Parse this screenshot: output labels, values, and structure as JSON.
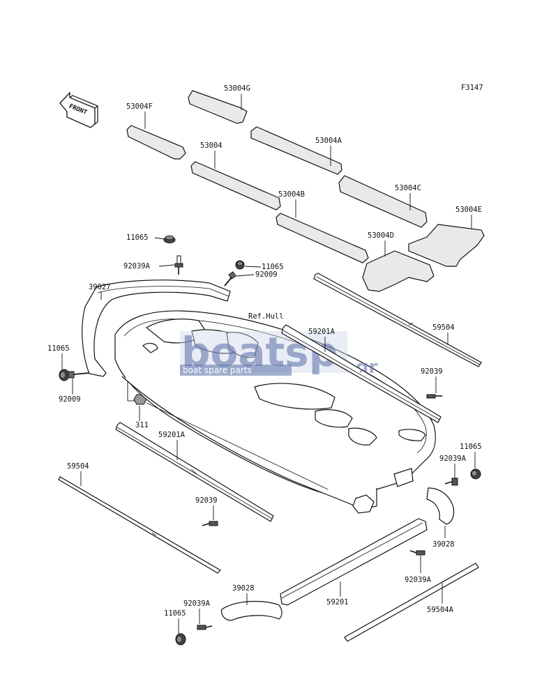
{
  "figure_code": "F3147",
  "front_label": "FRONT",
  "ref_hull": "Ref.Hull",
  "watermark": {
    "brand": "boatsp",
    "domain": ".gr",
    "sub": "boat spare parts"
  },
  "labels": [
    "53004G",
    "53004F",
    "53004",
    "53004A",
    "53004B",
    "53004C",
    "53004D",
    "53004E",
    "11065",
    "92039A",
    "11065",
    "92009",
    "39027",
    "11065",
    "92009",
    "311",
    "59201A",
    "59504",
    "92039",
    "59201A",
    "59504",
    "92039",
    "11065",
    "92039A",
    "39028",
    "92039A",
    "59201",
    "39028",
    "92039A",
    "11065",
    "59504A"
  ]
}
